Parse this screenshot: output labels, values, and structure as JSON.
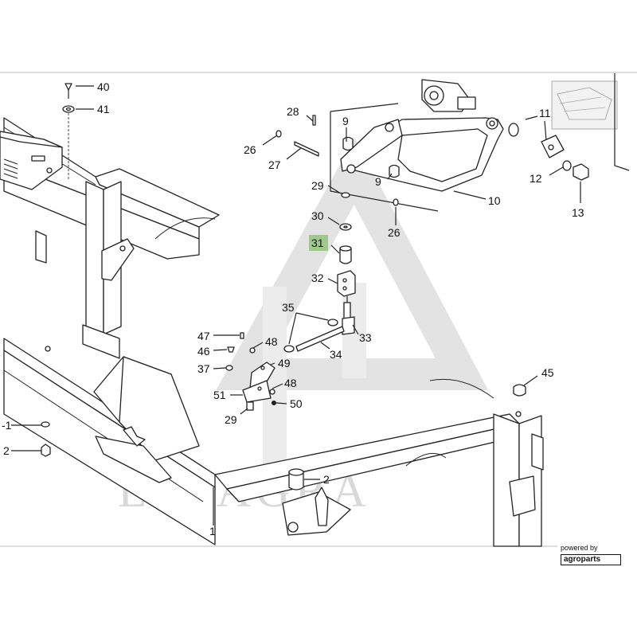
{
  "watermark": {
    "text": "LYTAGRA"
  },
  "branding": {
    "powered_by": "powered by",
    "brand": "agroparts"
  },
  "highlight_color": "#9fc98a",
  "callouts": {
    "c40": "40",
    "c41": "41",
    "c28": "28",
    "c26a": "26",
    "c27": "27",
    "c9a": "9",
    "c9b": "9",
    "c11": "11",
    "c12": "12",
    "c13": "13",
    "c10": "10",
    "c29a": "29",
    "c30": "30",
    "c26b": "26",
    "c31": "31",
    "c32": "32",
    "c35": "35",
    "c33": "33",
    "c34": "34",
    "c47": "47",
    "c48a": "48",
    "c46": "46",
    "c49": "49",
    "c37": "37",
    "c48b": "48",
    "c51": "51",
    "c50": "50",
    "c29b": "29",
    "c45": "45",
    "c1": "1",
    "c2": "2",
    "cm1": "-1",
    "cm2": "2"
  }
}
